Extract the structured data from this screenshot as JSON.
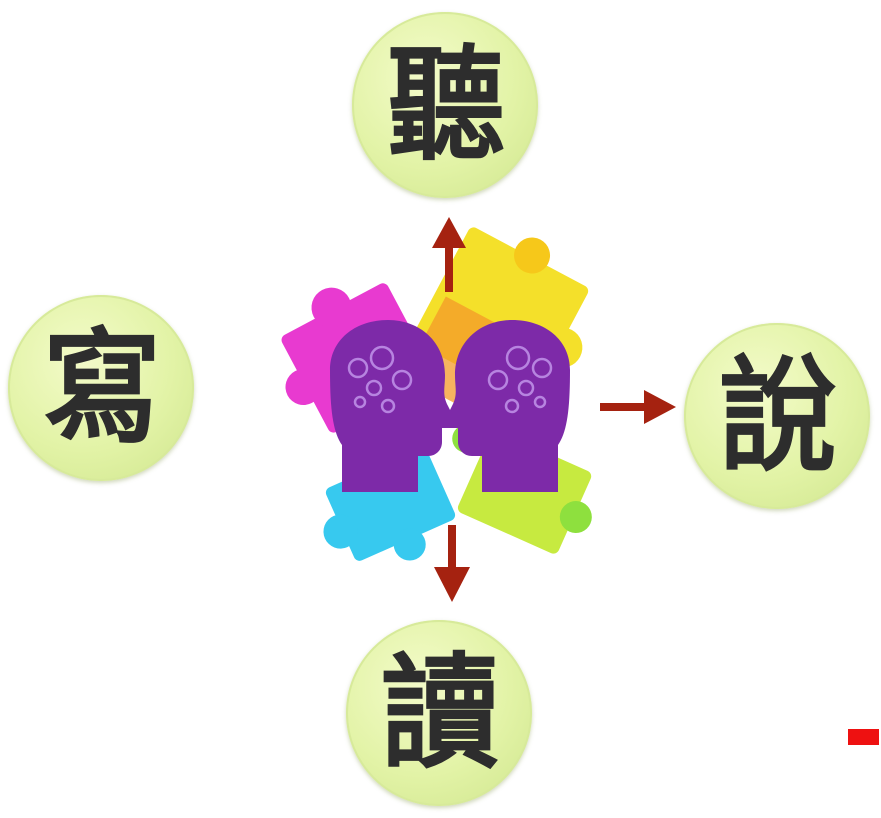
{
  "diagram": {
    "nodes": {
      "top": {
        "label": "聽"
      },
      "right": {
        "label": "說"
      },
      "bottom": {
        "label": "讀"
      },
      "left": {
        "label": "寫"
      }
    },
    "center": {
      "description_icon": "two-heads-puzzle-icon"
    },
    "colors": {
      "circle_fill": "#e2f3a6",
      "arrow": "#a52210",
      "head": "#7d2aa8",
      "puzzle_magenta": "#e83ad0",
      "puzzle_yellow": "#f4e02a",
      "puzzle_cyan": "#37c9ef",
      "puzzle_green": "#8ee03e",
      "marker": "#ee1111"
    }
  }
}
